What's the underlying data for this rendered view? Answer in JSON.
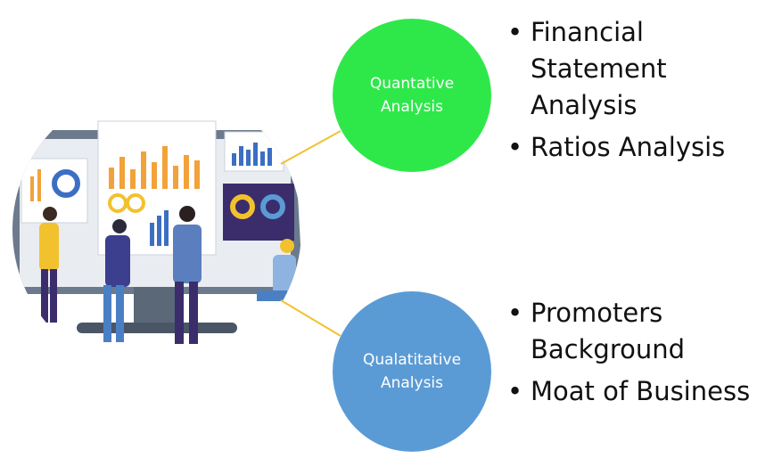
{
  "diagram": {
    "quantitative": {
      "label_line1": "Quantative",
      "label_line2": "Analysis",
      "color": "#2EE84A",
      "items": [
        "Financial Statement Analysis",
        "Ratios Analysis"
      ]
    },
    "qualitative": {
      "label_line1": "Qualatitative",
      "label_line2": "Analysis",
      "color": "#5B9BD5",
      "items": [
        "Promoters Background",
        "Moat of Business"
      ]
    },
    "connector_color": "#F2C12E",
    "illustration": "people-analyzing-dashboard-charts"
  }
}
